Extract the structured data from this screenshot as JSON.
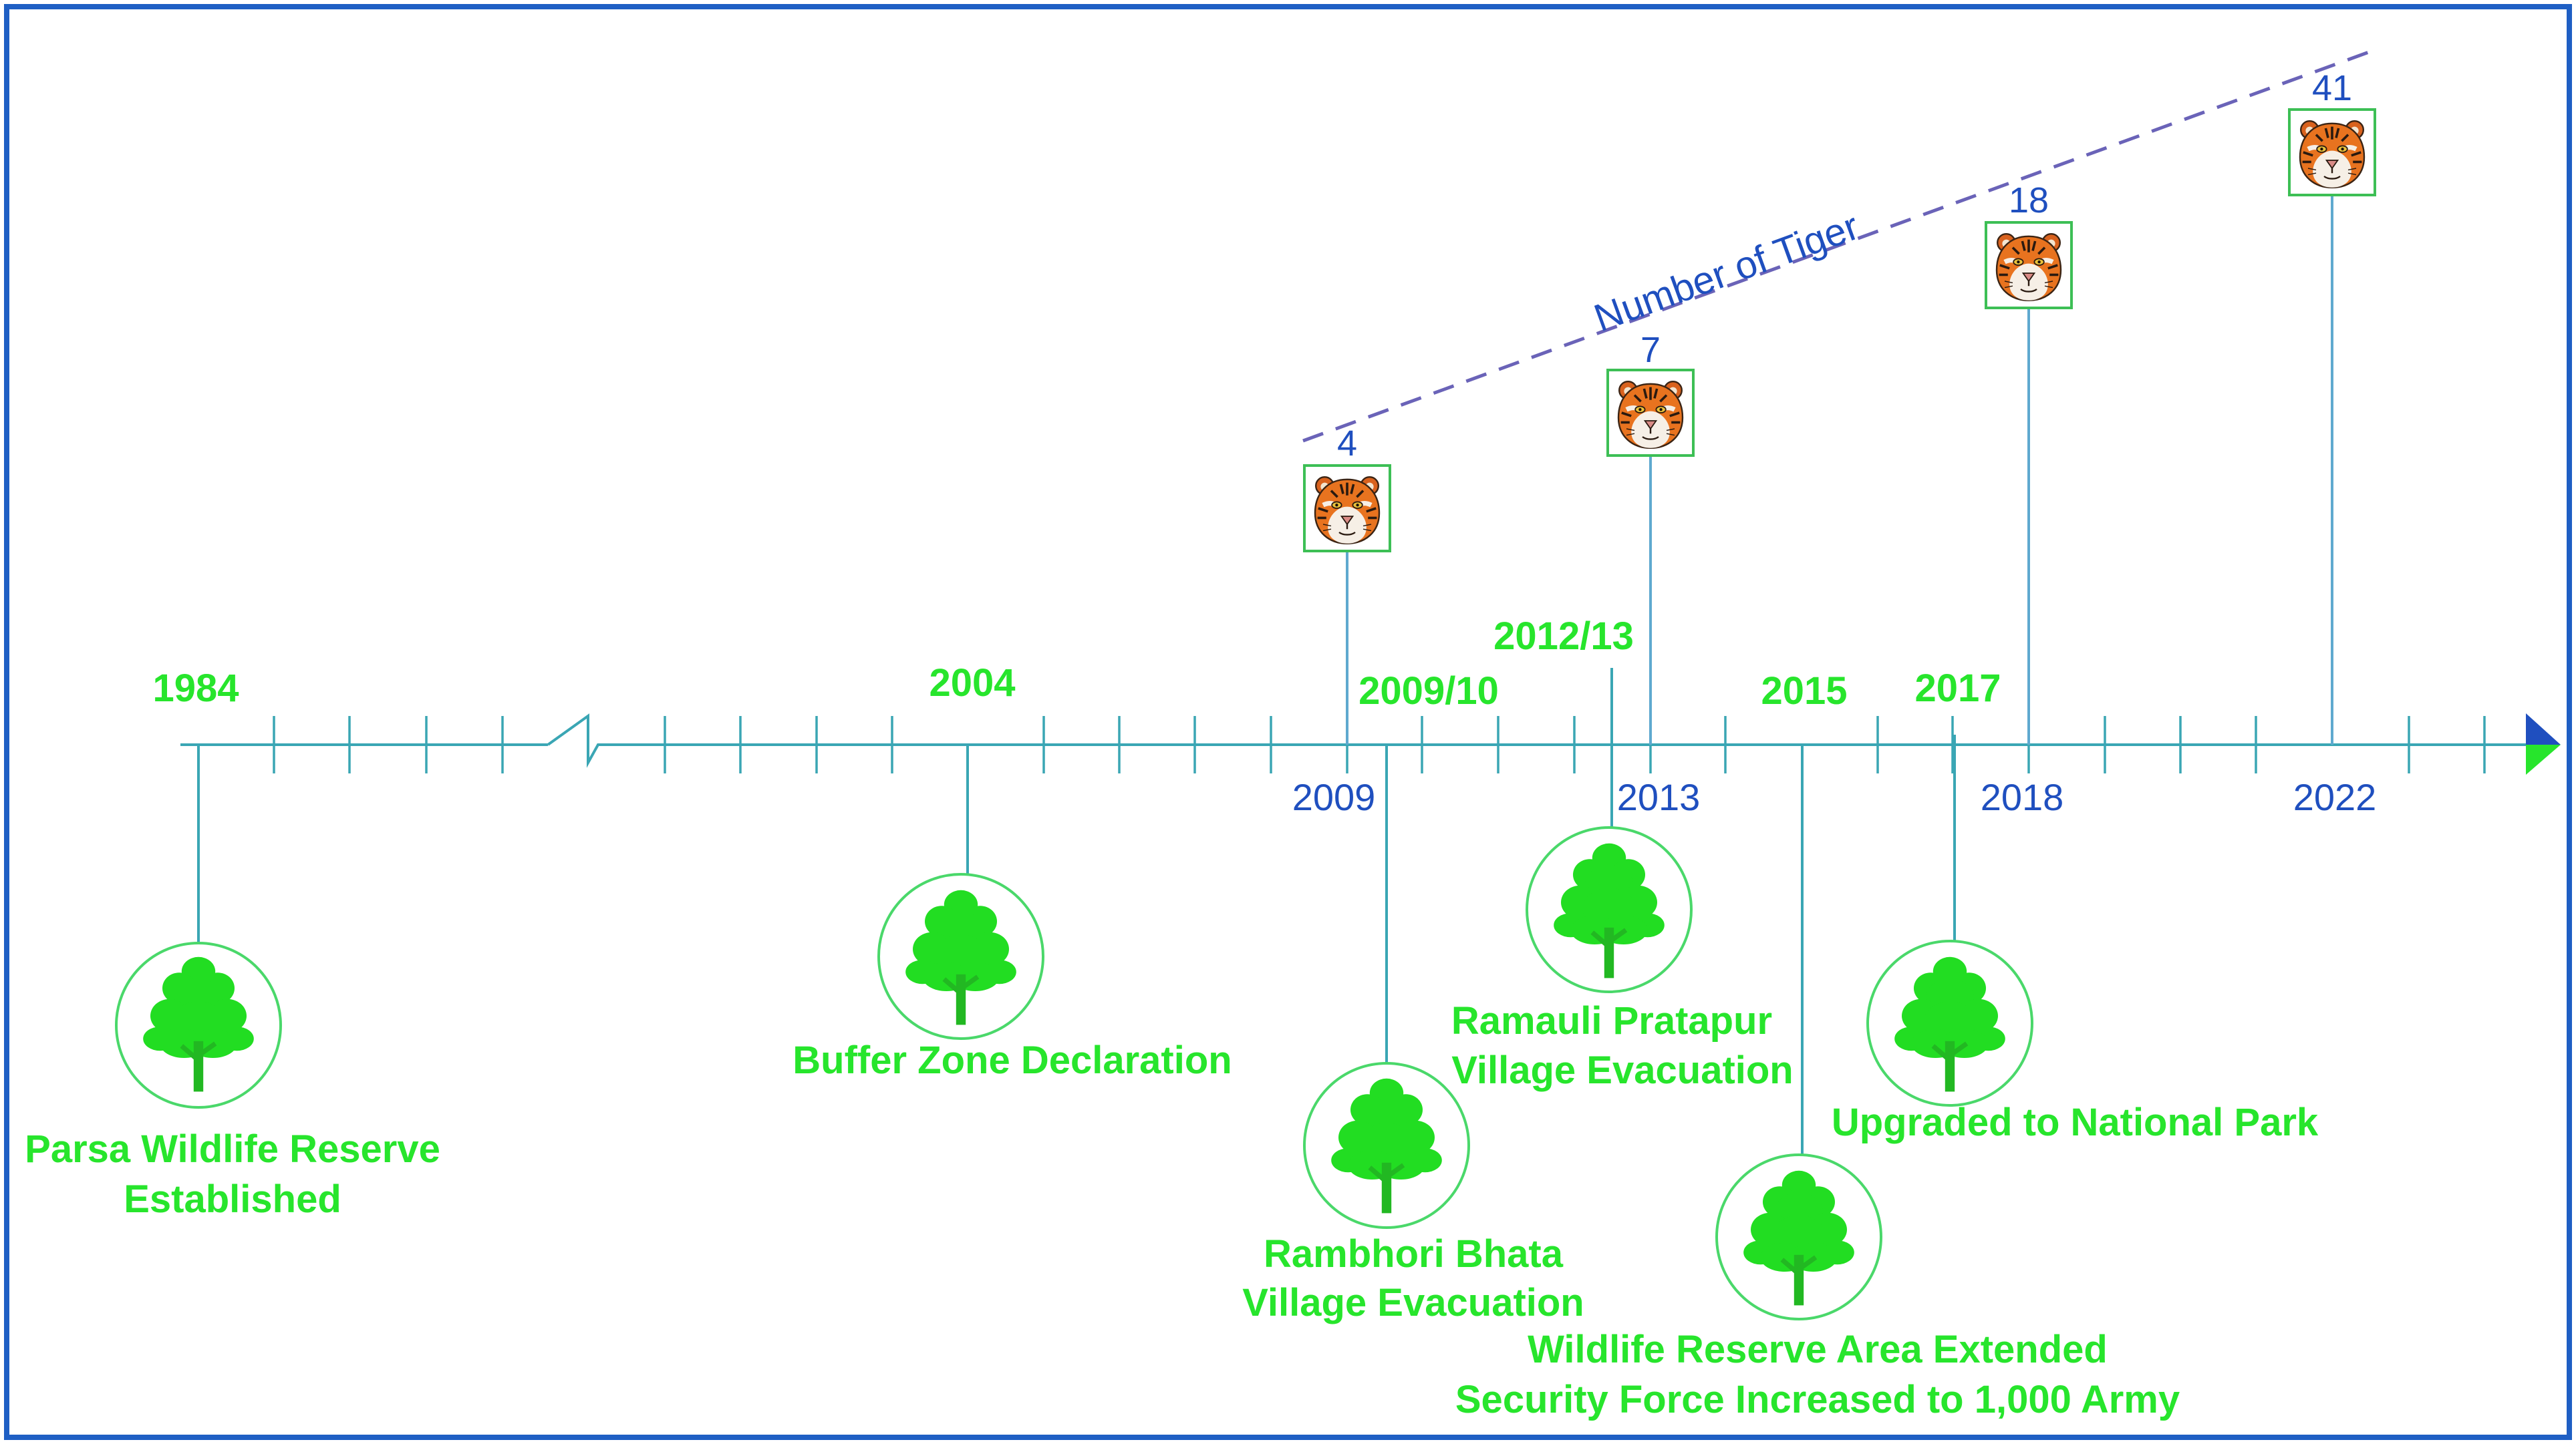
{
  "title": "",
  "colors": {
    "frame": "#1f5fc4",
    "axis": "#3aa6b4",
    "event_text": "#27e52c",
    "tiger_text": "#1f4fbf",
    "trend_line": "#6a63b8",
    "arrow_head_top": "#1f4fbf",
    "arrow_head_bottom": "#27e52c"
  },
  "trend_label": "Number of Tiger",
  "events": [
    {
      "year": "1984",
      "label_lines": [
        "Parsa Wildlife Reserve",
        "Established"
      ],
      "icon": "tree-icon"
    },
    {
      "year": "2004",
      "label_lines": [
        "Buffer Zone Declaration"
      ],
      "icon": "tree-icon"
    },
    {
      "year": "2009/10",
      "label_lines": [
        "Rambhori Bhata",
        "Village Evacuation"
      ],
      "icon": "tree-icon"
    },
    {
      "year": "2012/13",
      "label_lines": [
        "Ramauli Pratapur",
        "Village Evacuation"
      ],
      "icon": "tree-icon"
    },
    {
      "year": "2015",
      "label_lines": [
        "Wildlife Reserve Area Extended",
        "Security Force Increased to 1,000 Army"
      ],
      "icon": "tree-icon"
    },
    {
      "year": "2017",
      "label_lines": [
        "Upgraded to National Park"
      ],
      "icon": "tree-icon"
    }
  ],
  "tiger_counts": [
    {
      "year": "2009",
      "count": "4",
      "icon": "tiger-face-icon"
    },
    {
      "year": "2013",
      "count": "7",
      "icon": "tiger-face-icon"
    },
    {
      "year": "2018",
      "count": "18",
      "icon": "tiger-face-icon"
    },
    {
      "year": "2022",
      "count": "41",
      "icon": "tiger-face-icon"
    }
  ]
}
